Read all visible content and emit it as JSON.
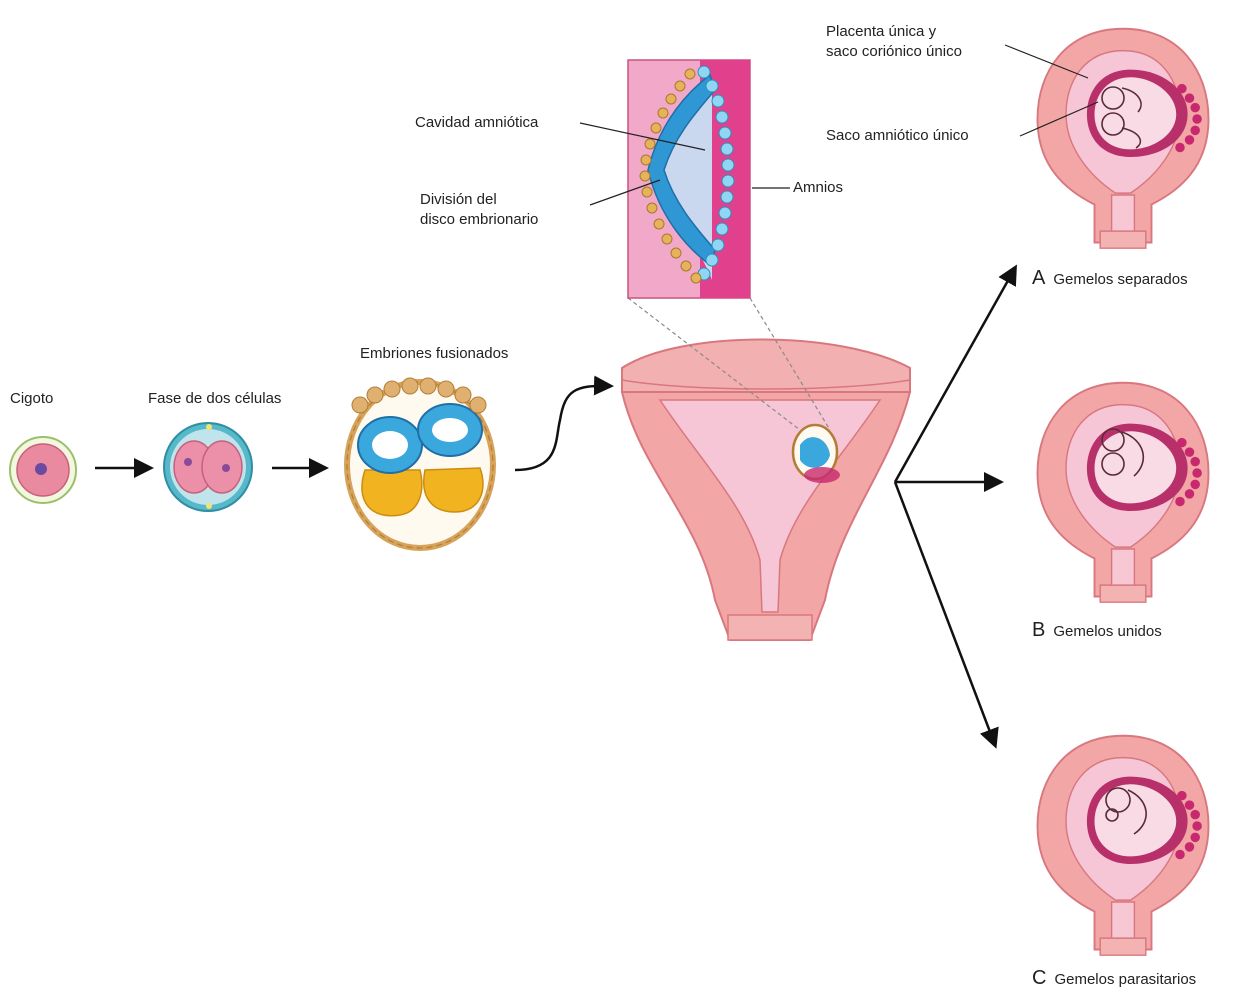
{
  "stages": {
    "zygote": "Cigoto",
    "two_cell": "Fase de dos células",
    "fused": "Embriones fusionados"
  },
  "inset": {
    "amniotic_cavity": "Cavidad amniótica",
    "disc_division_line1": "División del",
    "disc_division_line2": "disco embrionario",
    "amnion": "Amnios"
  },
  "callouts": {
    "placenta_line1": "Placenta única y",
    "placenta_line2": "saco coriónico único",
    "single_sac": "Saco amniótico único"
  },
  "outcomes": [
    {
      "letter": "A",
      "label": "Gemelos separados"
    },
    {
      "letter": "B",
      "label": "Gemelos unidos"
    },
    {
      "letter": "C",
      "label": "Gemelos parasitarios"
    }
  ],
  "colors": {
    "uterus": "#f2a6a6",
    "uterus_dark": "#e17a86",
    "cavity": "#f6c6d6",
    "placenta": "#c8286e",
    "cells_blue": "#3aa7dd",
    "yolk": "#f2b321",
    "trophoblast": "#d7a35a"
  }
}
